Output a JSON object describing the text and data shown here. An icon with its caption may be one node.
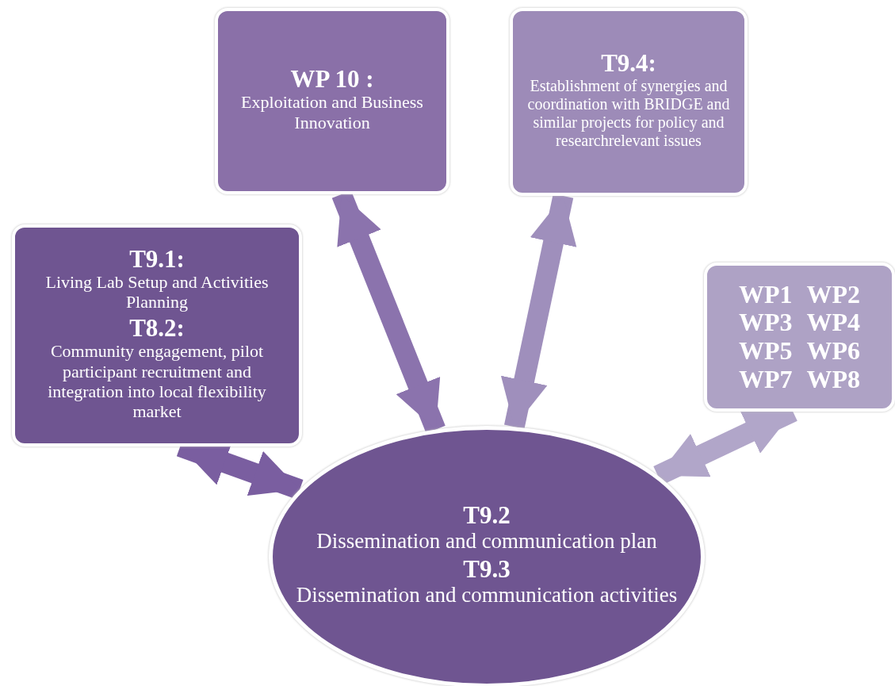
{
  "diagram": {
    "nodes": [
      {
        "text": [
          "T9.1:",
          "Living Lab Setup and Activities Planning",
          "T8.2:",
          "Community engagement, pilot participant recruitment and integration into local flexibility market"
        ]
      },
      {
        "text": [
          "WP 10 :",
          "Exploitation and Business Innovation"
        ]
      },
      {
        "text": [
          "T9.4:",
          "Establishment of synergies and coordination with BRIDGE and similar projects for policy and researchrelevant issues"
        ]
      },
      {
        "text": [
          "WP1",
          "WP2",
          "WP3",
          "WP4",
          "WP5",
          "WP6",
          "WP7",
          "WP8"
        ]
      },
      {
        "text": [
          "T9.2",
          "Dissemination and communication plan",
          "T9.3",
          "Dissemination and communication activities"
        ]
      }
    ],
    "edges": [
      {
        "from": 0,
        "to": 4,
        "arrow": "both",
        "color": "#7a5ea0"
      },
      {
        "from": 1,
        "to": 4,
        "arrow": "both",
        "color": "#8b73ad"
      },
      {
        "from": 2,
        "to": 4,
        "arrow": "both",
        "color": "#9f8fbc"
      },
      {
        "from": 3,
        "to": 4,
        "arrow": "both",
        "color": "#b1a6c9"
      }
    ]
  }
}
